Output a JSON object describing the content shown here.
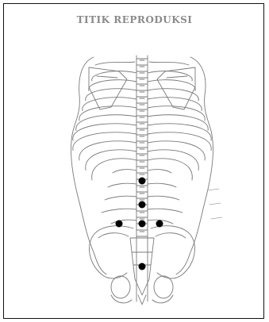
{
  "title": "TITIK REPRODUKSI",
  "colors": {
    "line": "#7a7a7a",
    "point": "#000000",
    "frame": "#111111",
    "title": "#8a8a8a"
  },
  "points": [
    {
      "id": "point-upper-lumbar"
    },
    {
      "id": "point-mid-lumbar"
    },
    {
      "id": "point-lower-left"
    },
    {
      "id": "point-lower-center"
    },
    {
      "id": "point-lower-right"
    },
    {
      "id": "point-sacrum"
    }
  ]
}
